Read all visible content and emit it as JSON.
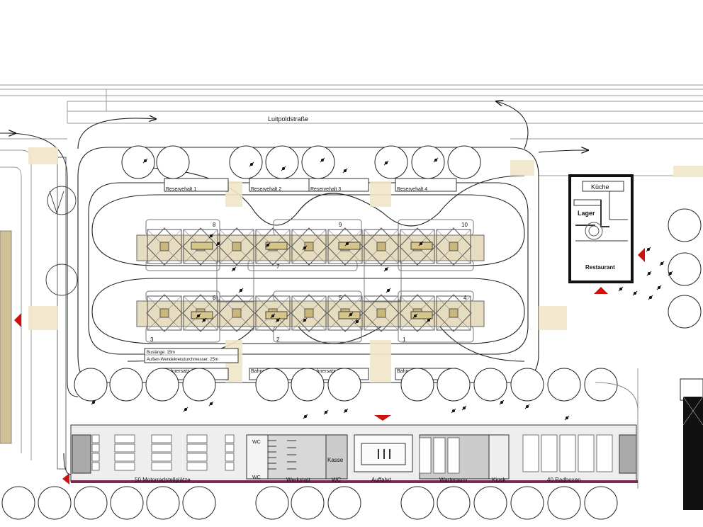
{
  "street": {
    "name": "Luitpoldstraße"
  },
  "reserve_halts": [
    "Reservehalt 1",
    "Reservehalt 2",
    "Reservehalt 3",
    "Reservehalt 4"
  ],
  "bay_numbers": {
    "upper_top": [
      "8",
      "9",
      "10"
    ],
    "middle_top": [
      "7"
    ],
    "middle_bottom": [
      "6",
      "5",
      "4"
    ],
    "bottom": [
      "3",
      "2",
      "1"
    ]
  },
  "bus_info": {
    "length": "Buslänge: 15m",
    "turning": "Außen-Wendekreisdurchmesser: 25m"
  },
  "rail_replacement": [
    "Bahnersatz 1",
    "Bahnersatz 2",
    "Bahnersatz 3",
    "Bahnersatz 4"
  ],
  "restaurant_building": {
    "kitchen": "Küche",
    "storage": "Lager",
    "restaurant": "Restaurant"
  },
  "service_building": {
    "motorcycle": "50 Motorradstellplätze",
    "wc_top": "WC",
    "wc_bottom": "WC",
    "workshop": "Werkstatt",
    "cashier": "Kasse",
    "wc_small": "WC",
    "stairs_up": "Auffahrt",
    "waiting": "Warteraum",
    "kiosk": "Kiosk",
    "bikes": "40 Radboxen"
  },
  "colors": {
    "accent_red": "#cc1111",
    "platform_beige": "#e6dcc0",
    "crosswalk": "#efe6c8",
    "side_gold": "#cfc095",
    "purple_line": "#7a2a50"
  }
}
